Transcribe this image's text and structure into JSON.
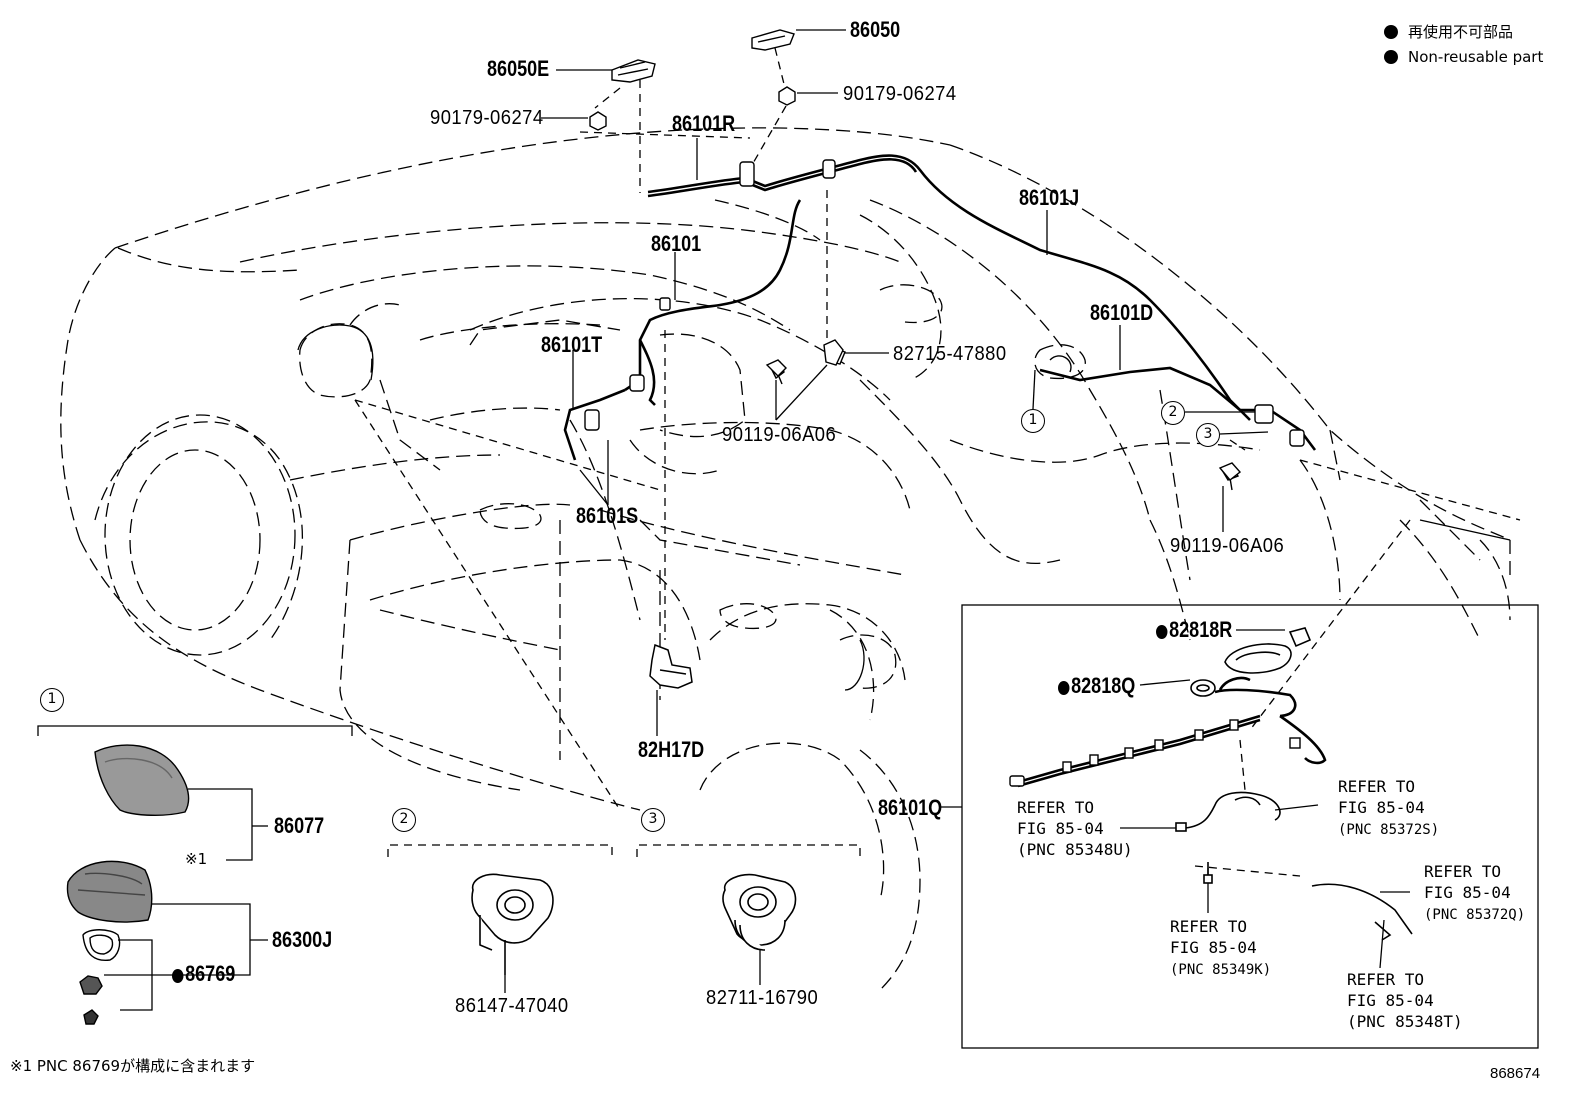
{
  "legend": {
    "jp": "再使用不可部品",
    "en": "Non-reusable part"
  },
  "labels": {
    "p86050E": "86050E",
    "p86050": "86050",
    "p90179a": "90179-06274",
    "p90179b": "90179-06274",
    "p86101R": "86101R",
    "p86101J": "86101J",
    "p86101": "86101",
    "p86101D": "86101D",
    "p86101T": "86101T",
    "p82715": "82715-47880",
    "p90119a": "90119-06A06",
    "p90119b": "90119-06A06",
    "p86101S": "86101S",
    "p82H17D": "82H17D",
    "p86101Q": "86101Q",
    "p82818R": "82818R",
    "p82818Q": "82818Q",
    "p86077": "86077",
    "p86300J": "86300J",
    "p86769": "86769",
    "p86147": "86147-47040",
    "p82711": "82711-16790",
    "note1": "※1"
  },
  "callouts": {
    "c1": "1",
    "c2": "2",
    "c3": "3",
    "g1": "1",
    "g2": "2",
    "g3": "3"
  },
  "refers": [
    {
      "line1": "REFER TO",
      "line2": "FIG 85-04",
      "pnc": "(PNC 85348U)"
    },
    {
      "line1": "REFER TO",
      "line2": "FIG 85-04",
      "pnc": "(PNC 85372S)"
    },
    {
      "line1": "REFER TO",
      "line2": "FIG 85-04",
      "pnc": "(PNC 85372Q)"
    },
    {
      "line1": "REFER TO",
      "line2": "FIG 85-04",
      "pnc": "(PNC 85349K)"
    },
    {
      "line1": "REFER TO",
      "line2": "FIG 85-04",
      "pnc": "(PNC 85348T)"
    }
  ],
  "footnote": "※1 PNC 86769が構成に含まれます",
  "figure_number": "868674"
}
